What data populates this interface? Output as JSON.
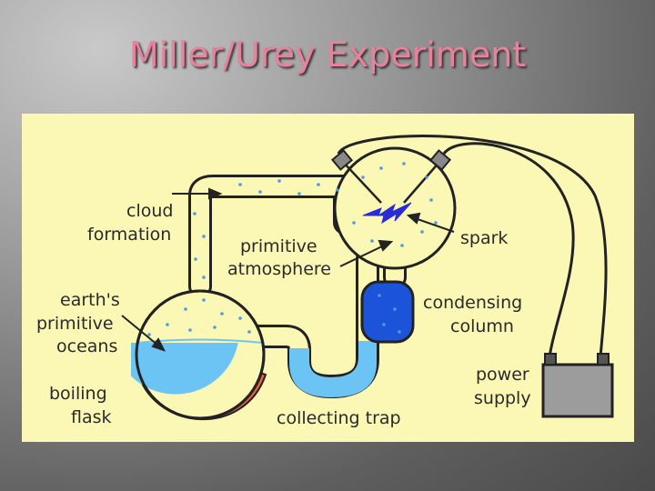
{
  "slide": {
    "title": "Miller/Urey Experiment"
  },
  "diagram": {
    "labels": {
      "cloud_line1": "cloud",
      "cloud_line2": "formation",
      "atmos_line1": "primitive",
      "atmos_line2": "atmosphere",
      "spark": "spark",
      "ocean_line1": "earth's",
      "ocean_line2": "primitive",
      "ocean_line3": "oceans",
      "condensing_line1": "condensing",
      "condensing_line2": "column",
      "boiling_line1": "boiling",
      "boiling_line2": "flask",
      "trap": "collecting trap",
      "power_line1": "power",
      "power_line2": "supply"
    },
    "colors": {
      "background": "#fbf7b5",
      "water": "#6cc4f4",
      "condenser": "#1b54d8",
      "heater": "#f0633a",
      "battery": "#9c9c9c",
      "spark": "#2a2ad8"
    }
  }
}
